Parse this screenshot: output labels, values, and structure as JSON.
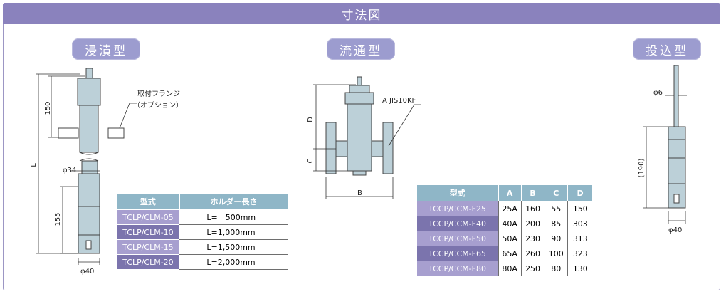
{
  "header": {
    "title": "寸法図"
  },
  "sections": {
    "immersion": "浸漬型",
    "flow": "流通型",
    "insertion": "投込型"
  },
  "immersion_diagram": {
    "dim_150": "150",
    "dim_L": "L",
    "dim_phi34": "φ34",
    "dim_155": "155",
    "dim_phi40": "φ40",
    "flange_label": "取付フランジ",
    "flange_note": "（オプション）"
  },
  "flow_diagram": {
    "flange_std": "A JIS10KF",
    "dim_D": "D",
    "dim_C": "C",
    "dim_B": "B"
  },
  "insertion_diagram": {
    "dim_phi6": "φ6",
    "dim_190": "(190)",
    "dim_phi40": "φ40"
  },
  "holder_table": {
    "headers": [
      "型式",
      "ホルダー長さ"
    ],
    "rows": [
      {
        "model": "TCLP/CLM-05",
        "length": "L=　500mm"
      },
      {
        "model": "TCLP/CLM-10",
        "length": "L=1,000mm"
      },
      {
        "model": "TCLP/CLM-15",
        "length": "L=1,500mm"
      },
      {
        "model": "TCLP/CLM-20",
        "length": "L=2,000mm"
      }
    ]
  },
  "flow_table": {
    "headers": [
      "型式",
      "A",
      "B",
      "C",
      "D"
    ],
    "rows": [
      {
        "model": "TCCP/CCM-F25",
        "a": "25A",
        "b": "160",
        "c": "55",
        "d": "150"
      },
      {
        "model": "TCCP/CCM-F40",
        "a": "40A",
        "b": "200",
        "c": "85",
        "d": "303"
      },
      {
        "model": "TCCP/CCM-F50",
        "a": "50A",
        "b": "230",
        "c": "90",
        "d": "313"
      },
      {
        "model": "TCCP/CCM-F65",
        "a": "65A",
        "b": "260",
        "c": "100",
        "d": "323"
      },
      {
        "model": "TCCP/CCM-F80",
        "a": "80A",
        "b": "250",
        "c": "80",
        "d": "130"
      }
    ]
  },
  "colors": {
    "header": "#8a82bd",
    "pill": "#9c9ccf",
    "table_header": "#8fb6c7",
    "model_light": "#a79fcf",
    "model_dark": "#7b74ad",
    "part_fill": "#bcd0d8"
  }
}
